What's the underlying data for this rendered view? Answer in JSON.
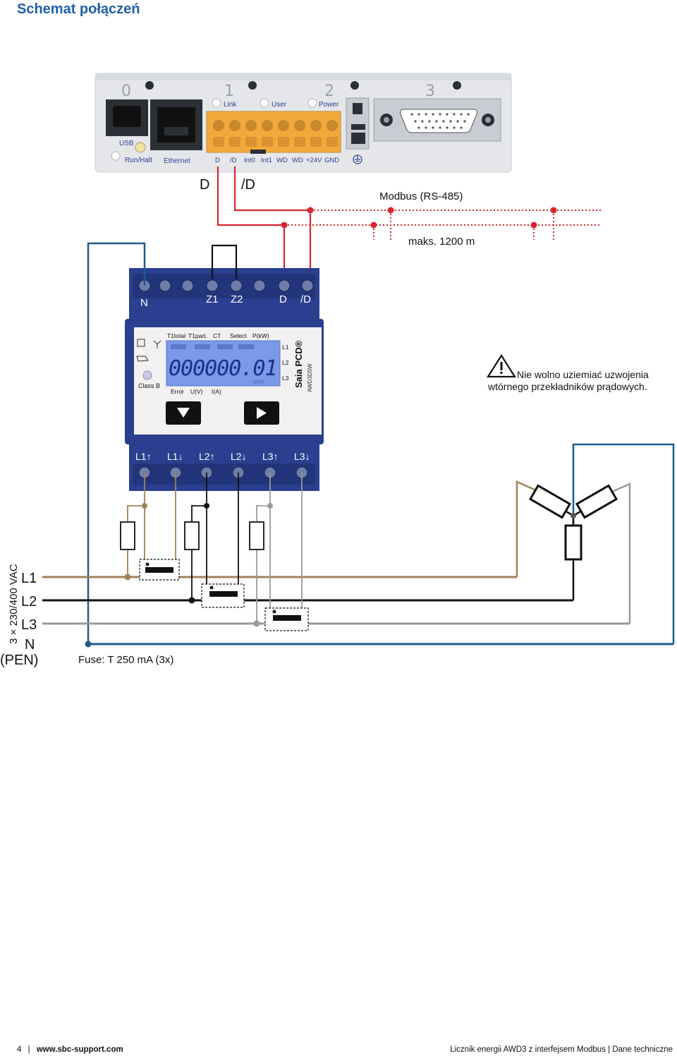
{
  "header": {
    "title": "Schemat połączeń"
  },
  "plc": {
    "slot_numbers": [
      "0",
      "1",
      "2",
      "3"
    ],
    "port_labels": {
      "usb": "USB",
      "run_halt": "Run/Halt",
      "ethernet": "Ethernet"
    },
    "leds": [
      "Link",
      "User",
      "Power"
    ],
    "terminal_labels": [
      "D",
      "/D",
      "Int0",
      "Int1",
      "WD",
      "WD",
      "+24V",
      "GND"
    ]
  },
  "bus": {
    "d_label": "D",
    "nd_label": "/D",
    "protocol": "Modbus (RS-485)",
    "max_length": "maks. 1200 m"
  },
  "meter": {
    "top_terminals": [
      "N",
      "Z1",
      "Z2",
      "D",
      "/D"
    ],
    "display_top_labels": [
      "T1total",
      "T1part.",
      "CT",
      "Select",
      "P(kW)"
    ],
    "display_value": "000000.01",
    "display_unit": "kWh",
    "phase_labels": [
      "L1",
      "L2",
      "L3"
    ],
    "brand": "Saia PCD®",
    "model": "AWD3D5W",
    "class_label": "Class B",
    "bottom_labels": [
      "Error",
      "U(V)",
      "I(A)"
    ],
    "bottom_terminals": [
      "L1↑",
      "L1↓",
      "L2↑",
      "L2↓",
      "L3↑",
      "L3↓"
    ]
  },
  "warning": {
    "line1": "Nie wolno uziemiać uzwojenia",
    "line2": "wtórnego przekładników prądowych."
  },
  "supply": {
    "voltage": "3 × 230/400 VAC",
    "lines": [
      "L1",
      "L2",
      "L3",
      "N"
    ],
    "pen": "(PEN)",
    "fuse": "Fuse: T 250 mA (3x)"
  },
  "colors": {
    "title_blue": "#1f5fa8",
    "bus_red": "#d7262f",
    "l1_brown": "#a0825a",
    "l2_black": "#111111",
    "l3_grey": "#9a9a9a",
    "n_blue": "#1d5b8c",
    "meter_blue": "#2a3f8f",
    "terminal_orange": "#f2a93b"
  },
  "footer": {
    "page": "4",
    "site": "www.sbc-support.com",
    "doc": "Licznik energii AWD3 z interfejsem Modbus | Dane techniczne"
  }
}
